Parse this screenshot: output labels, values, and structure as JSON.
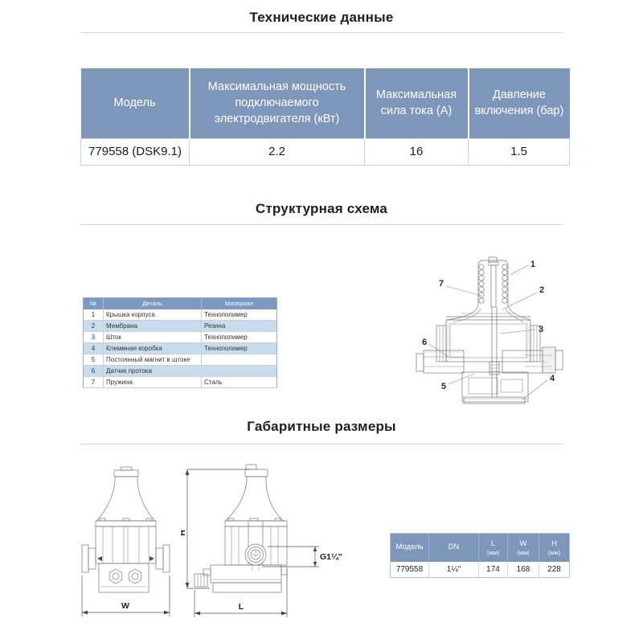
{
  "sections": {
    "tech": {
      "title": "Технические данные"
    },
    "structure": {
      "title": "Структурная схема"
    },
    "dimensions": {
      "title": "Габаритные размеры"
    }
  },
  "colors": {
    "table_header_bg": "#7d96ba",
    "parts_header_bg": "#7c9ac1",
    "row_alt_bg": "#c8dcec",
    "divider": "#d4d4d4"
  },
  "tech_table": {
    "headers": [
      "Модель",
      "Максимальная мощность подключаемого электродвигателя (кВт)",
      "Максимальная сила тока (А)",
      "Давление включения (бар)"
    ],
    "rows": [
      [
        "779558 (DSK9.1)",
        "2.2",
        "16",
        "1.5"
      ]
    ]
  },
  "parts_table": {
    "headers": [
      "№",
      "Деталь",
      "Материал"
    ],
    "rows": [
      {
        "num": "1",
        "detail": "Крышка корпуса",
        "material": "Технополимер"
      },
      {
        "num": "2",
        "detail": "Мембрана",
        "material": "Резина"
      },
      {
        "num": "3",
        "detail": "Шток",
        "material": "Технополимер"
      },
      {
        "num": "4",
        "detail": "Клеммная коробка",
        "material": "Технополимер"
      },
      {
        "num": "5",
        "detail": "Постоянный магнит в штоке",
        "material": ""
      },
      {
        "num": "6",
        "detail": "Датчик протока",
        "material": ""
      },
      {
        "num": "7",
        "detail": "Пружина",
        "material": "Сталь"
      }
    ]
  },
  "diagram": {
    "callouts": [
      "1",
      "2",
      "3",
      "4",
      "5",
      "6",
      "7"
    ]
  },
  "dim_labels": {
    "width": "W",
    "length": "L",
    "height": "H",
    "thread": "G1¼\""
  },
  "dims_table": {
    "headers": [
      {
        "label": "Модель",
        "unit": ""
      },
      {
        "label": "DN",
        "unit": ""
      },
      {
        "label": "L",
        "unit": "(мм)"
      },
      {
        "label": "W",
        "unit": "(мм)"
      },
      {
        "label": "H",
        "unit": "(мм)"
      }
    ],
    "rows": [
      [
        "779558",
        "1¼\"",
        "174",
        "168",
        "228"
      ]
    ]
  }
}
